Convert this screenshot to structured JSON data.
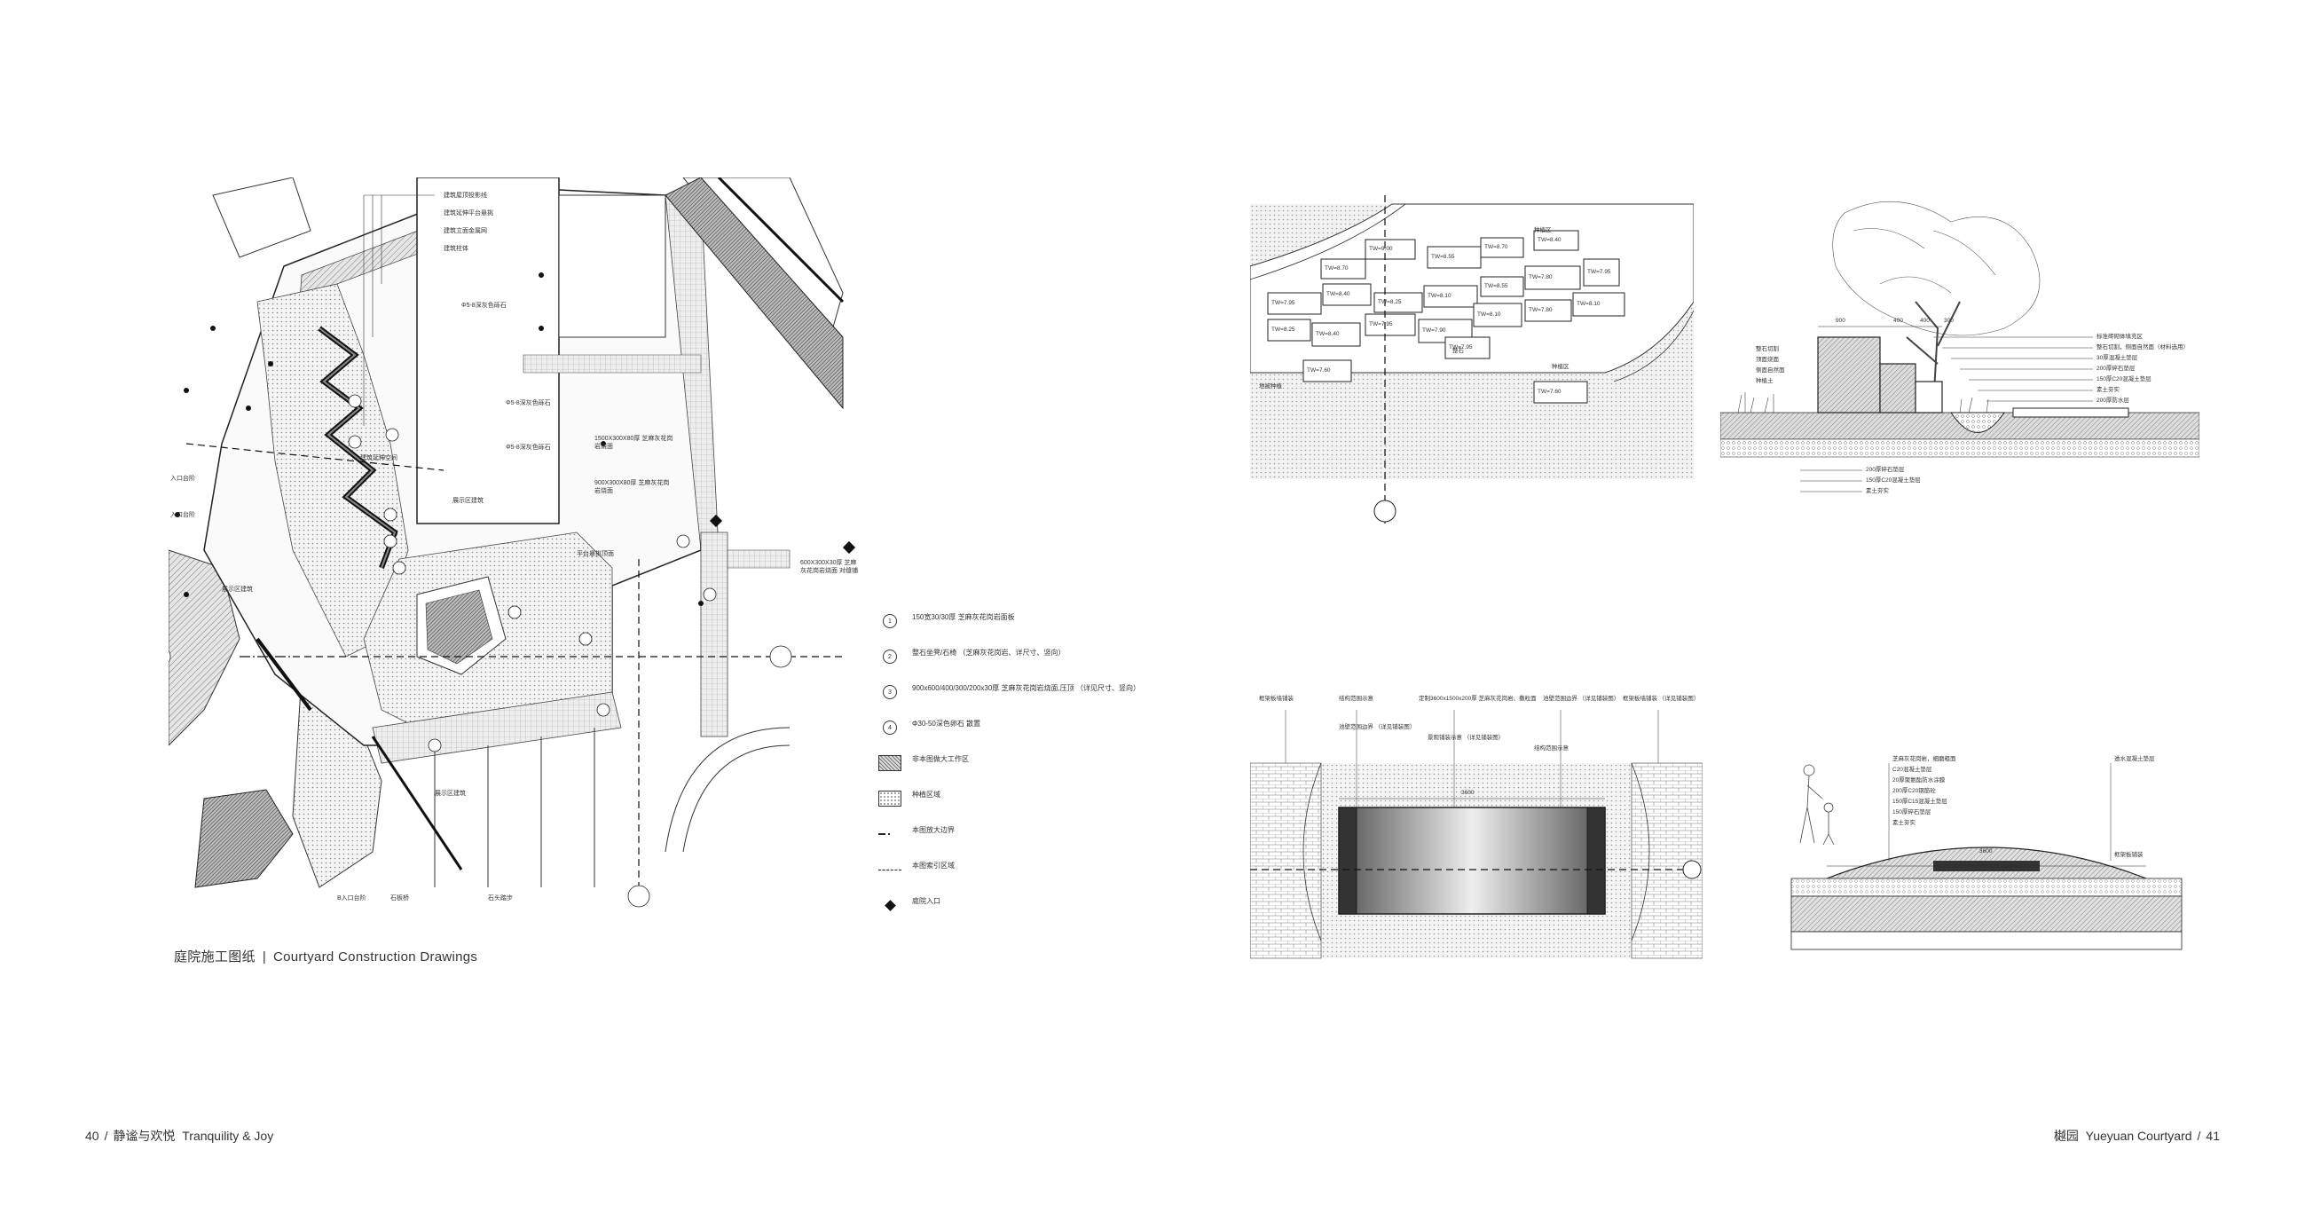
{
  "left_page": {
    "caption_cn": "庭院施工图纸",
    "caption_sep": "|",
    "caption_en": "Courtyard Construction Drawings",
    "folio_number": "40",
    "folio_slash": "/",
    "folio_cn": "静谧与欢悦",
    "folio_en": "Tranquility & Joy",
    "plan_labels": {
      "top_1": "建筑屋顶投影线",
      "top_2": "建筑延伸平台悬挑",
      "top_3": "建筑立面金属网",
      "top_4": "建筑柱体",
      "courtyard_building": "展示区建筑",
      "left_building": "展示区建筑",
      "bottom_building": "展示区建筑",
      "entrance_1": "入口台阶",
      "entrance_2": "入口台阶",
      "platform_space": "建筑延伸空间",
      "bottom_1": "B入口台阶",
      "bottom_2": "石板桥",
      "bottom_3": "石头踏步",
      "stone_note_1": "Φ5-8深灰色砾石",
      "stone_note_2": "Φ5-8深灰色砾石",
      "stone_note_3": "Φ5-8深灰色砾石",
      "pave_note_1": "1500X300X80厚 芝麻灰花岗岩烧面",
      "pave_note_2": "900X300X80厚 芝麻灰花岗岩烧面",
      "platform_note": "平台悬挑顶面",
      "right_note": "600X300X30厚 芝麻灰花岗岩烧面 对缝铺"
    },
    "legend": [
      {
        "symbol": "circle",
        "num": "1",
        "text": "150宽30/30厚 芝麻灰花岗岩面板"
      },
      {
        "symbol": "circle",
        "num": "2",
        "text": "整石坐凳/石椅 （芝麻灰花岗岩、详尺寸、竖向）"
      },
      {
        "symbol": "circle",
        "num": "3",
        "text": "900x600/400/300/200x30厚 芝麻灰花岗岩烧面,压顶 （详见尺寸、竖向）"
      },
      {
        "symbol": "circle",
        "num": "4",
        "text": "Φ30-50深色卵石 散置"
      },
      {
        "symbol": "hatch",
        "num": "",
        "text": "非本图做大工作区"
      },
      {
        "symbol": "dots",
        "num": "",
        "text": "种植区域"
      },
      {
        "symbol": "dashdot",
        "num": "",
        "text": "本图放大边界"
      },
      {
        "symbol": "dash",
        "num": "",
        "text": "本图索引区域"
      },
      {
        "symbol": "diamond",
        "num": "",
        "text": "庭院入口"
      }
    ]
  },
  "right_page": {
    "folio_cn": "樾园",
    "folio_en": "Yueyuan Courtyard",
    "folio_slash": "/",
    "folio_number": "41",
    "plan_detail_labels": [
      "TW=9.00",
      "TW=8.70",
      "TW=8.55",
      "TW=8.70",
      "TW=8.40",
      "TW=7.95",
      "TW=8.40",
      "TW=8.25",
      "TW=8.10",
      "TW=8.55",
      "TW=7.80",
      "TW=7.95",
      "TW=8.25",
      "TW=8.40",
      "TW=7.95",
      "TW=7.90",
      "TW=8.10",
      "TW=7.80",
      "TW=8.10",
      "TW=7.60",
      "TW=7.60",
      "TW=7.95"
    ],
    "plan_detail_notes": {
      "note_1": "种植区",
      "note_2": "整石",
      "note_3": "种植区",
      "note_4": "地被种植"
    },
    "section_a_notes": [
      "标准砖砌体填充区",
      "整石切割，侧面自然面（材料选用）",
      "30厚混凝土垫层",
      "200厚碎石垫层",
      "150厚C20混凝土垫层",
      "素土夯实",
      "200厚防水层"
    ],
    "section_a_left_notes": [
      "整石切割",
      "顶面烧面",
      "侧面自然面",
      "种植土"
    ],
    "section_a_bottom_notes": [
      "200厚碎石垫层",
      "150厚C20混凝土垫层",
      "素土夯实"
    ],
    "section_a_dims": [
      "900",
      "400",
      "400",
      "300"
    ],
    "section_b_notes_top": [
      "框架板墙铺装",
      "结构范围示意",
      "定制3600x1500x200厚 芝麻灰花岗岩、撒粒面",
      "池壁范围边界 （详见铺装图）",
      "框架板墙铺装 （详见铺装图）"
    ],
    "section_b_notes_sub": [
      "池壁范围边界 （详见铺装图）",
      "景观铺装示意 （详见铺装图）",
      "结构范围示意"
    ],
    "section_b_dim": "3600",
    "section_c_notes": [
      "芝麻灰花岗岩，细磨粗面",
      "C20混凝土垫层",
      "20厚聚氨酯防水涂膜",
      "200厚C20钢筋砼",
      "150厚C15混凝土垫层",
      "150厚碎石垫层",
      "素土夯实"
    ],
    "section_c_right_notes": [
      "透水混凝土垫层",
      "框架板铺装"
    ],
    "section_c_dim": "3600"
  }
}
